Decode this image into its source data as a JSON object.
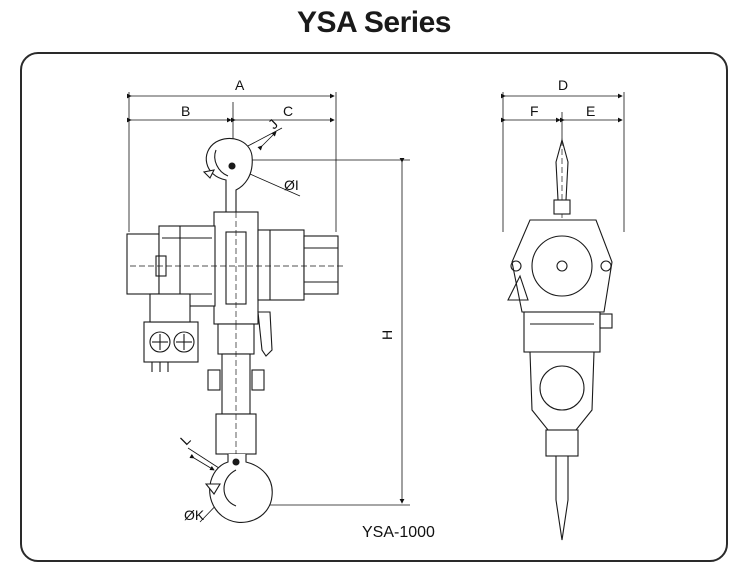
{
  "title": "YSA Series",
  "model": "YSA-1000",
  "dimensions": {
    "A": "A",
    "B": "B",
    "C": "C",
    "D": "D",
    "E": "E",
    "F": "F",
    "H": "H",
    "J": "J",
    "L": "L",
    "I": "ØI",
    "K": "ØK"
  },
  "colors": {
    "line": "#1a1a1a",
    "frame": "#2a2a2a"
  }
}
